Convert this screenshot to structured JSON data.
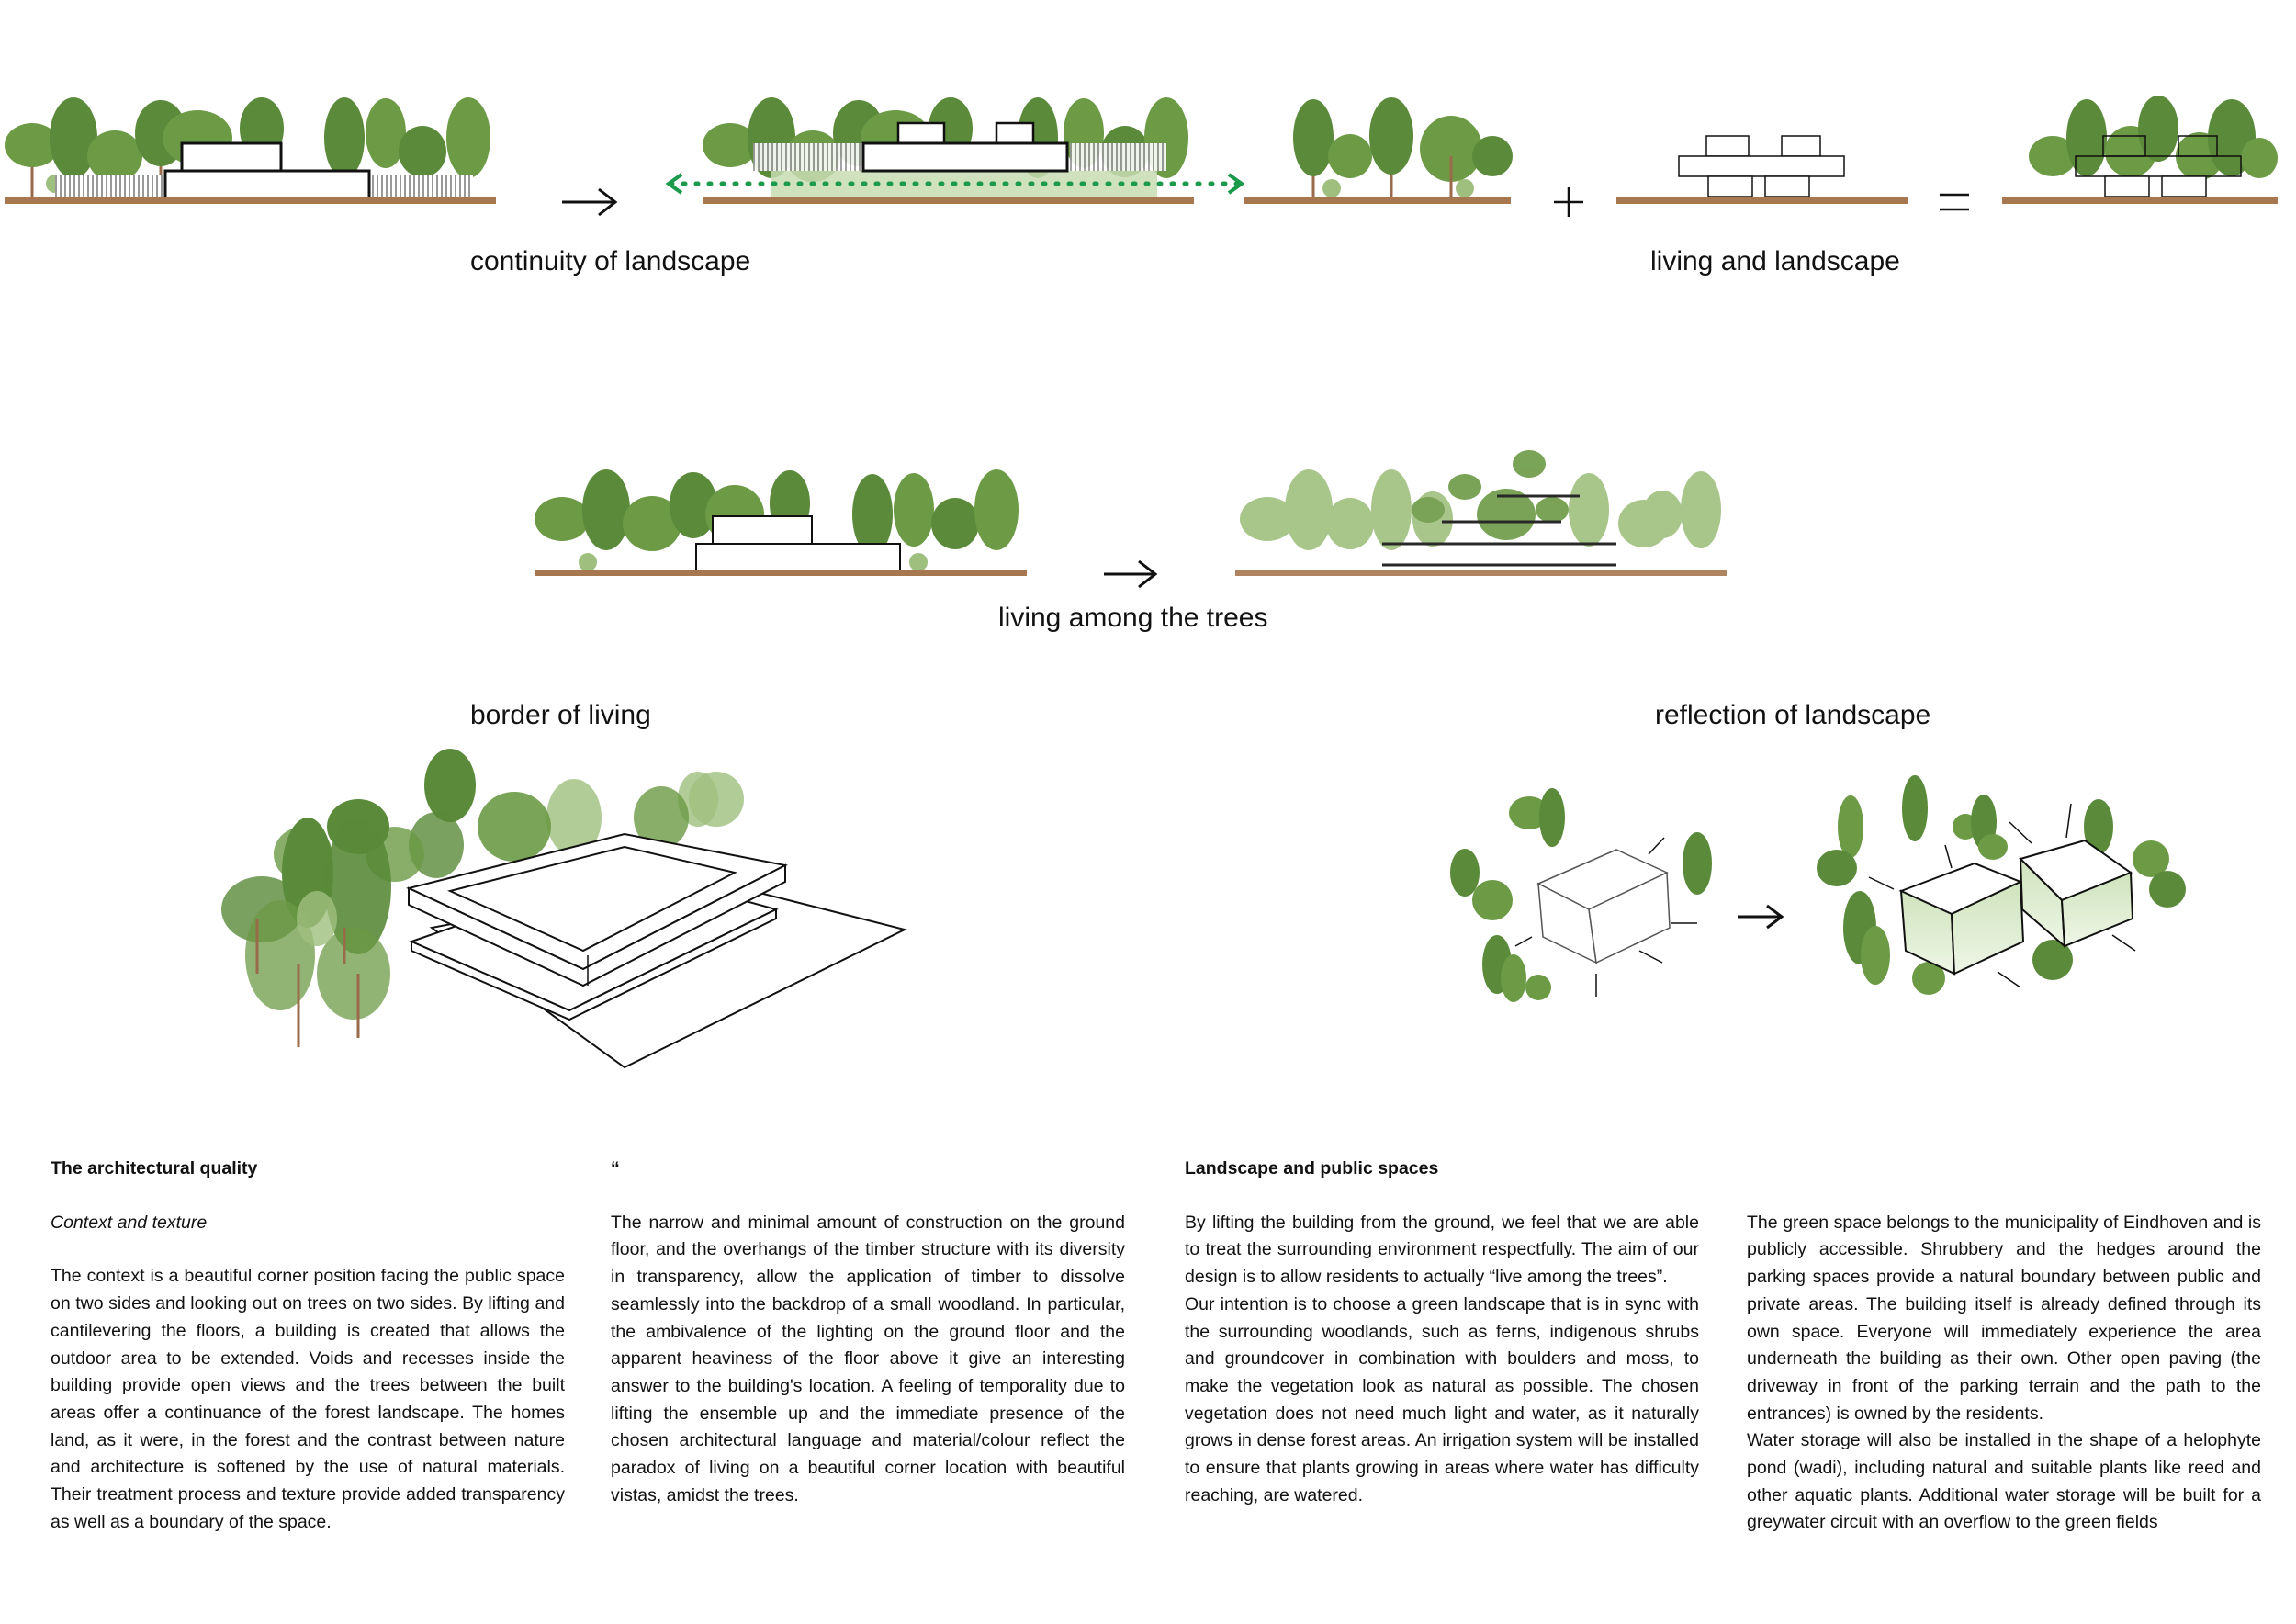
{
  "captions": {
    "continuity": "continuity of landscape",
    "living_landscape": "living and landscape",
    "among_trees": "living among the trees",
    "border": "border of living",
    "reflection": "reflection of landscape"
  },
  "operators": {
    "plus": "+",
    "equals": "="
  },
  "colors": {
    "tree_dark": "#5a8a3a",
    "tree_mid": "#6c9a45",
    "tree_light": "#9fbf7e",
    "trunk": "#9a6b4a",
    "ground": "#a7774f",
    "arrow_dotted": "#1a9a4a"
  },
  "columns": [
    {
      "heading": "The architectural quality",
      "subheading": "Context and texture",
      "paragraphs": [
        "The context is a beautiful corner position facing the public space on two sides and looking out on trees on two sides. By lifting and cantilevering the floors, a building is created that allows the outdoor area to be extended. Voids and recesses inside the building provide open views and the trees between the built areas offer a continuance of the forest landscape. The homes land, as it were, in the forest and the contrast between nature and architecture is softened by the use of natural materials. Their treatment process and texture provide added transparency as well as a boundary of the space."
      ]
    },
    {
      "heading": "“",
      "subheading": "",
      "paragraphs": [
        "The narrow and minimal amount of construction on the ground floor, and the overhangs of the timber structure with its diversity in transparency, allow the application of timber to dissolve seamlessly into the backdrop of a small woodland. In particular, the ambivalence of the lighting on the ground floor and the apparent heaviness of the floor above it give an interesting answer to the building's location. A feeling of temporality due to lifting the ensemble up and the immediate presence of the chosen architectural language and material/colour reflect the paradox of living on a beautiful corner location with beautiful vistas, amidst the trees."
      ]
    },
    {
      "heading": "Landscape and public spaces",
      "subheading": "",
      "paragraphs": [
        "By lifting the building from the ground, we feel that we are able to treat the surrounding environment respectfully. The aim of our design is to allow residents to actually “live among the trees”.",
        "Our intention is to choose a green landscape that is in sync with the surrounding woodlands, such as ferns, indigenous shrubs and groundcover in combination with boulders and moss, to make the vegetation look as natural as possible. The chosen vegetation does not need much light and water, as it naturally grows in dense forest areas. An irrigation system will be installed to ensure that plants growing in areas where water has difficulty reaching, are watered."
      ]
    },
    {
      "heading": "",
      "subheading": "",
      "paragraphs": [
        "The green space belongs to the municipality of Eindhoven and is publicly accessible. Shrubbery and the hedges around the parking spaces provide a natural boundary between public and private areas. The building itself is already defined through its own space. Everyone will immediately experience the area underneath the building as their own. Other open paving (the driveway in front of the parking terrain and the path to the entrances) is owned by the residents.",
        "Water storage will also be installed in the shape of a helophyte pond (wadi), including natural and suitable plants like reed and other aquatic plants. Additional water storage will be built for a greywater circuit with an overflow to the green fields"
      ]
    }
  ]
}
